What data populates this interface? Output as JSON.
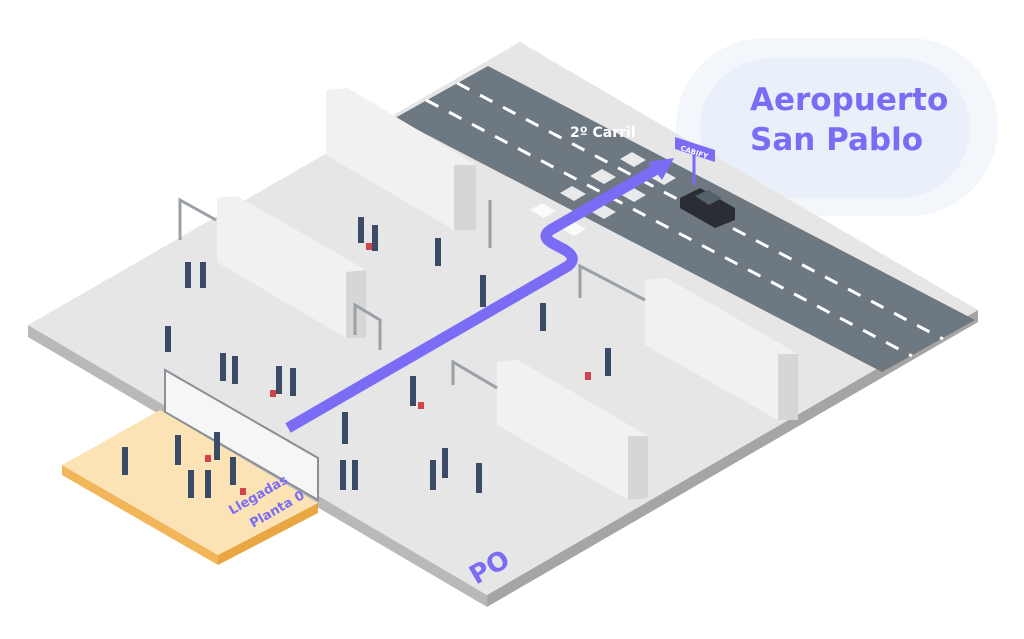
{
  "title": {
    "line1": "Aeropuerto",
    "line2": "San Pablo"
  },
  "labels": {
    "lane": "2º Carril",
    "sign": "CABIFY",
    "arrivals_line1": "Llegadas",
    "arrivals_line2": "Planta 0",
    "floor": "PO"
  },
  "colors": {
    "accent": "#7b6cf6",
    "floor": "#e6e6e6",
    "floor_edge": "#b9b9b9",
    "road": "#6e7880",
    "arrivals": "#fbe3b6",
    "arrivals_edge": "#f2b65a",
    "bubble": "#eef3fb"
  }
}
